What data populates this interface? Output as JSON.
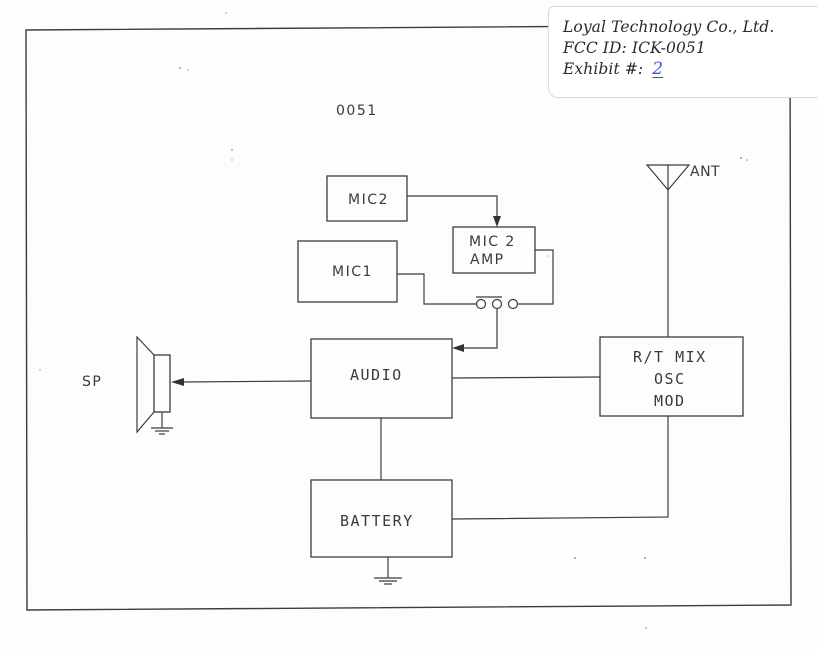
{
  "stamp": {
    "company": "Loyal Technology Co., Ltd.",
    "fcc_id_label": "FCC ID:",
    "fcc_id_value": "ICK-0051",
    "exhibit_label": "Exhibit #:",
    "exhibit_value": "2",
    "exhibit_value_color": "#3a5bd0"
  },
  "diagram": {
    "title": "0051",
    "blocks": {
      "mic2": "MIC2",
      "mic1": "MIC1",
      "mic2_amp_line1": "MIC 2",
      "mic2_amp_line2": "AMP",
      "audio": "AUDIO",
      "rt_line1": "R/T MIX",
      "rt_line2": "OSC",
      "rt_line3": "MOD",
      "battery": "BATTERY"
    },
    "labels": {
      "speaker": "SP",
      "antenna": "ANT"
    },
    "line_color": "#3c3c3c"
  }
}
